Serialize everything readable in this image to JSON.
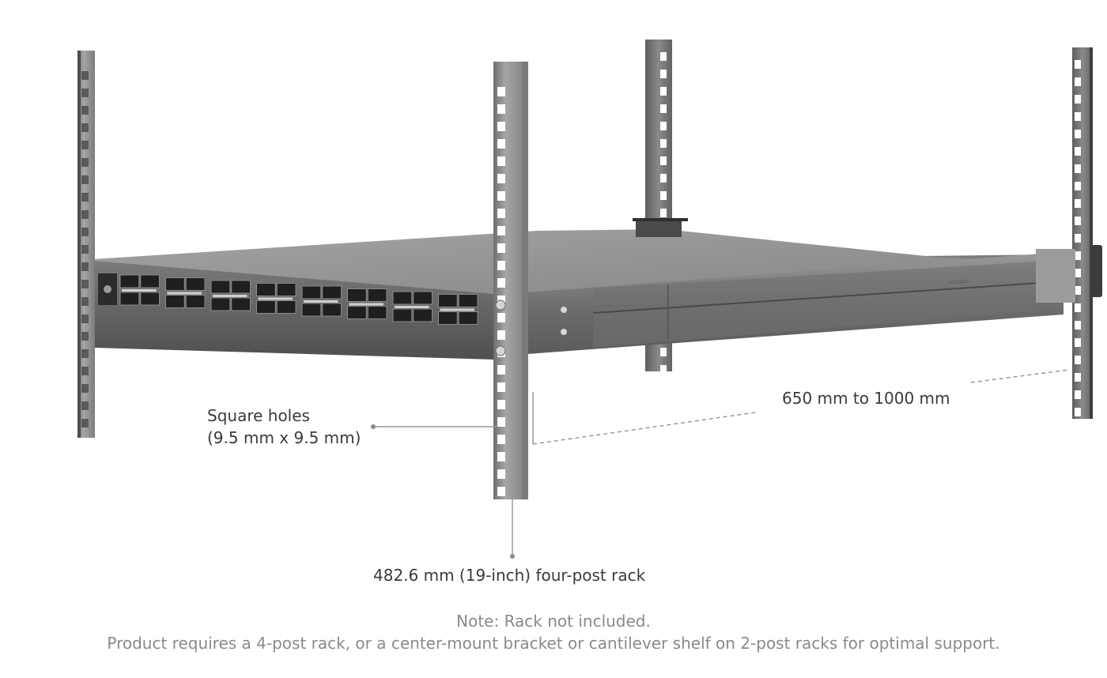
{
  "annotations": {
    "square_holes_line1": "Square holes",
    "square_holes_line2": "(9.5 mm x 9.5 mm)",
    "depth_range": "650 mm to 1000 mm",
    "rack_type": "482.6 mm (19-inch) four-post rack"
  },
  "footer": {
    "note": "Note: Rack not included.",
    "requirement": "Product requires a 4-post rack, or a center-mount bracket or cantilever shelf on 2-post racks for optimal support."
  },
  "colors": {
    "post_dark": "#6b6b6b",
    "post_mid": "#8e8e8e",
    "post_light": "#b9b9b9",
    "chassis_top": "#8f8f8f",
    "chassis_front": "#5e5e5e",
    "callout_line": "#9a9a9a",
    "text": "#3a3a3a",
    "note_text": "#8a8a8a"
  },
  "device": {
    "port_blocks": 8
  }
}
